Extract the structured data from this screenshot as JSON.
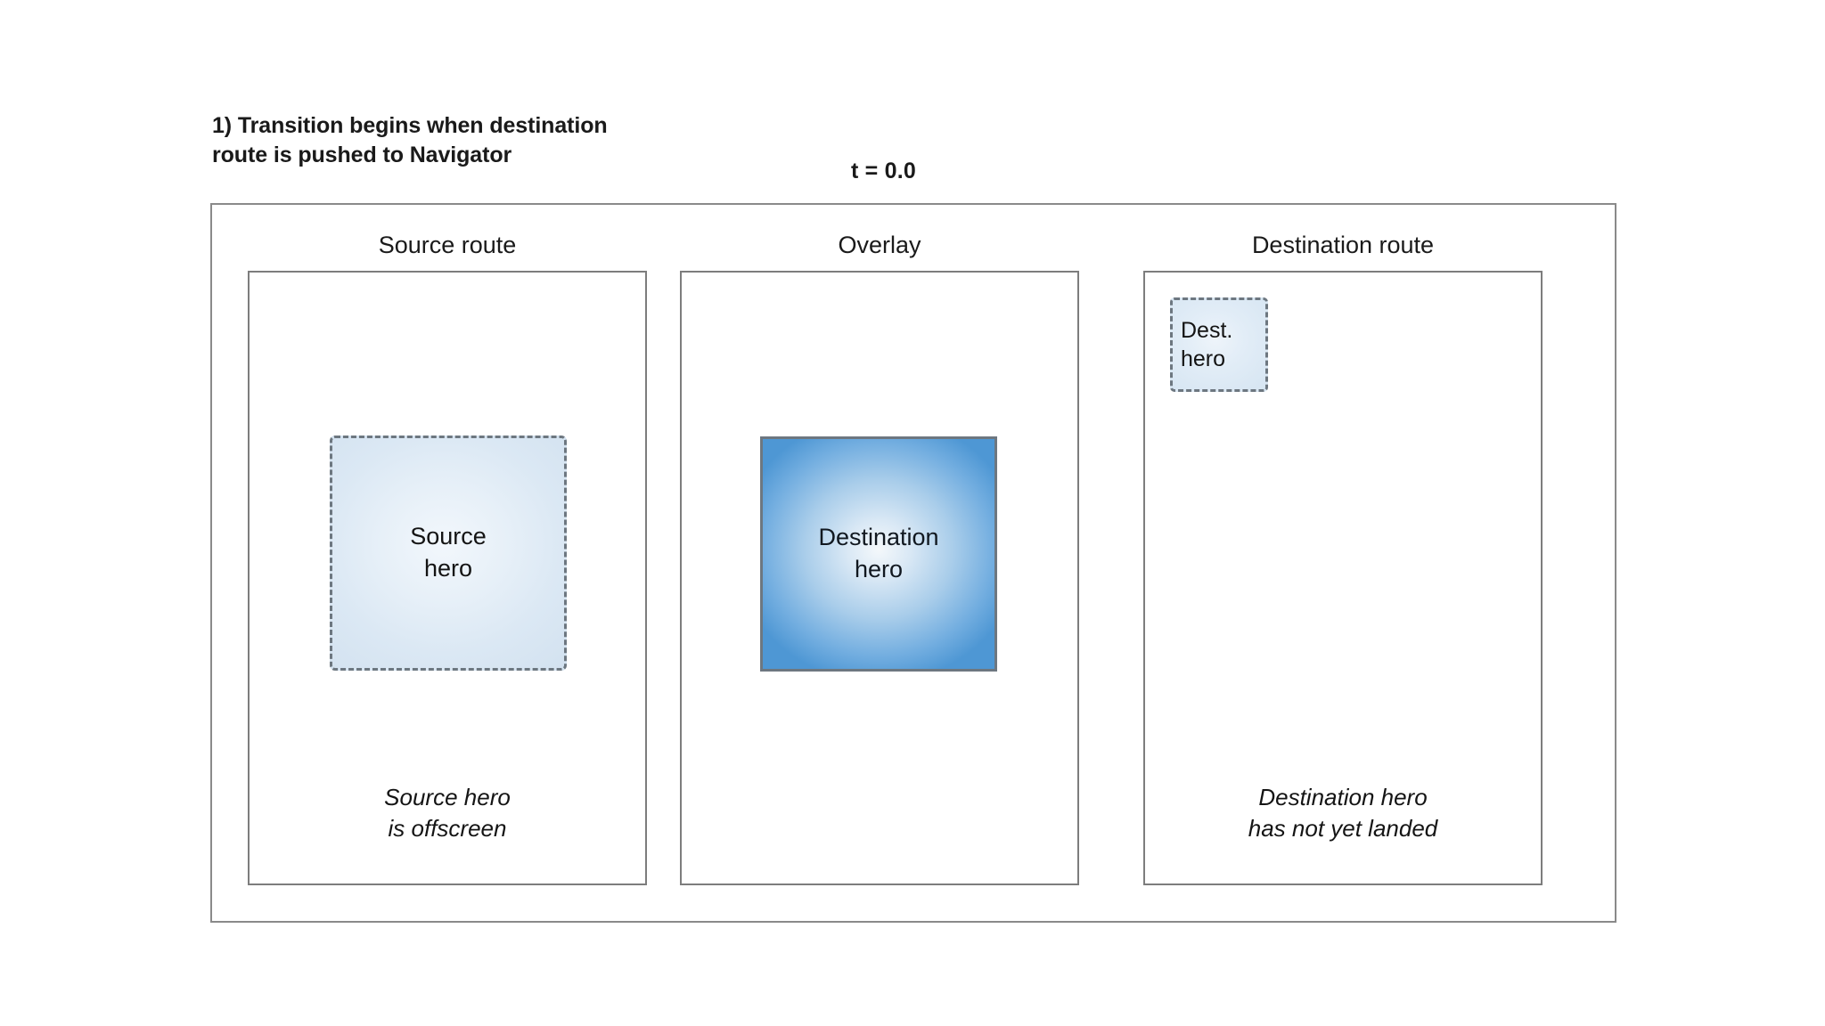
{
  "figure": {
    "title_line_1": "1) Transition begins when destination",
    "title_line_2": "route is pushed to Navigator",
    "time_label": "t = 0.0"
  },
  "columns": {
    "source": {
      "header": "Source route",
      "hero": {
        "label_line_1": "Source",
        "label_line_2": "hero"
      },
      "caption_line_1": "Source hero",
      "caption_line_2": "is offscreen"
    },
    "overlay": {
      "header": "Overlay",
      "hero": {
        "label_line_1": "Destination",
        "label_line_2": "hero"
      },
      "caption_line_1": "",
      "caption_line_2": ""
    },
    "destination": {
      "header": "Destination route",
      "hero": {
        "label_line_1": "Dest.",
        "label_line_2": "hero"
      },
      "caption_line_1": "Destination hero",
      "caption_line_2": "has not yet landed"
    }
  },
  "colors": {
    "background": "#ffffff",
    "frame_border": "#8a8a8a",
    "panel_border": "#7d7d7d",
    "hero_dashed_border": "#6d7780",
    "hero_overlay_blue": "#4e97d4",
    "hero_source_fill": "#dbe8f4",
    "text": "#1a1a1a"
  }
}
